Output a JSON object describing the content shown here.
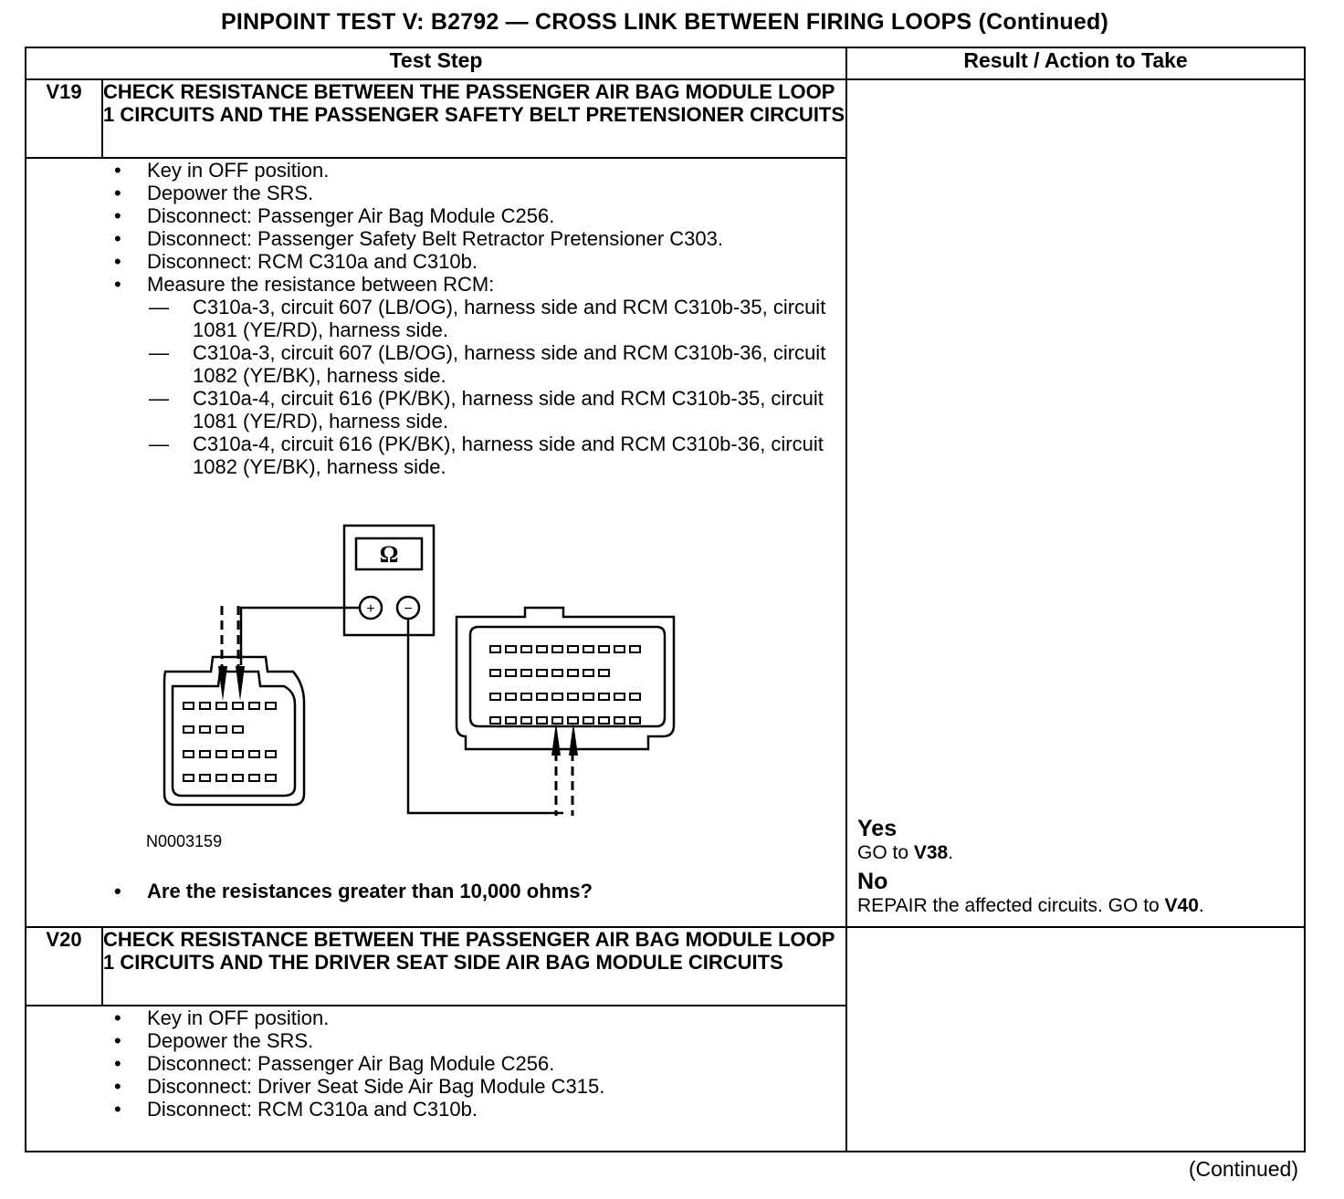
{
  "title": "PINPOINT TEST  V: B2792 — CROSS LINK BETWEEN FIRING LOOPS (Continued)",
  "table": {
    "col_test_step": "Test Step",
    "col_result": "Result / Action to Take"
  },
  "steps": [
    {
      "id": "V19",
      "title": "CHECK RESISTANCE BETWEEN THE PASSENGER AIR BAG MODULE LOOP 1 CIRCUITS AND THE PASSENGER SAFETY BELT PRETENSIONER CIRCUITS",
      "bullets": [
        "Key in OFF position.",
        "Depower the SRS.",
        "Disconnect: Passenger Air Bag Module C256.",
        "Disconnect: Passenger Safety Belt Retractor Pretensioner C303.",
        "Disconnect: RCM C310a and C310b.",
        "Measure the resistance between RCM:"
      ],
      "sub_items": [
        "C310a-3, circuit 607 (LB/OG), harness side and RCM C310b-35, circuit 1081 (YE/RD), harness side.",
        "C310a-3, circuit 607 (LB/OG), harness side and RCM C310b-36, circuit 1082 (YE/BK), harness side.",
        "C310a-4, circuit 616 (PK/BK), harness side and RCM C310b-35, circuit 1081 (YE/RD), harness side.",
        "C310a-4, circuit 616 (PK/BK), harness side and RCM C310b-36, circuit 1082 (YE/BK), harness side."
      ],
      "figure": {
        "meter_symbol": "Ω",
        "plus": "+",
        "minus": "−",
        "figure_id": "N0003159"
      },
      "question": "Are the resistances greater than 10,000 ohms?",
      "yes_label": "Yes",
      "yes_action": "GO to ",
      "yes_target": "V38",
      "no_label": "No",
      "no_action": "REPAIR the affected circuits. GO to ",
      "no_target": "V40"
    },
    {
      "id": "V20",
      "title": "CHECK RESISTANCE BETWEEN THE PASSENGER AIR BAG MODULE LOOP 1 CIRCUITS AND THE DRIVER SEAT SIDE AIR BAG MODULE CIRCUITS",
      "bullets": [
        "Key in OFF position.",
        "Depower the SRS.",
        "Disconnect: Passenger Air Bag Module C256.",
        "Disconnect: Driver Seat Side Air Bag Module C315.",
        "Disconnect: RCM C310a and C310b."
      ]
    }
  ],
  "footer": "(Continued)"
}
